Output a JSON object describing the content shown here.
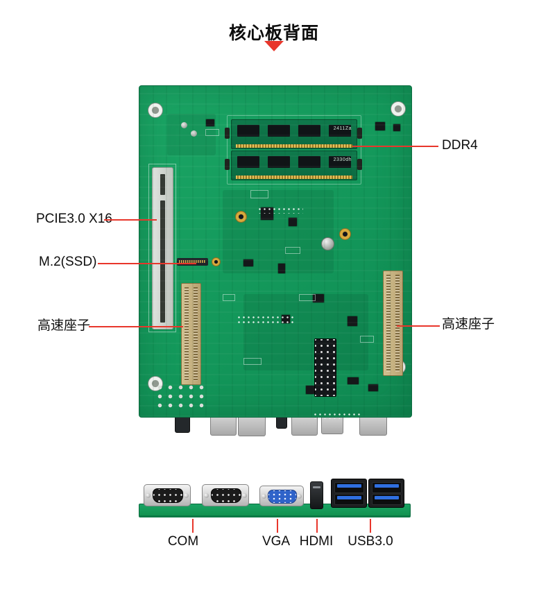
{
  "title": {
    "text": "核心板背面"
  },
  "colors": {
    "accent_red": "#e8362b",
    "pcb_green": "#149a5c"
  },
  "board": {
    "dimm_markings": [
      "2411Za",
      "2330dh"
    ]
  },
  "callouts": {
    "ddr4": {
      "label": "DDR4"
    },
    "pcie": {
      "label": "PCIE3.0 X16"
    },
    "m2": {
      "label": "M.2(SSD)"
    },
    "hs_left": {
      "label": "高速座子"
    },
    "hs_right": {
      "label": "高速座子"
    }
  },
  "io_panel": {
    "com": {
      "label": "COM"
    },
    "vga": {
      "label": "VGA"
    },
    "hdmi": {
      "label": "HDMI"
    },
    "usb": {
      "label": "USB3.0"
    }
  }
}
